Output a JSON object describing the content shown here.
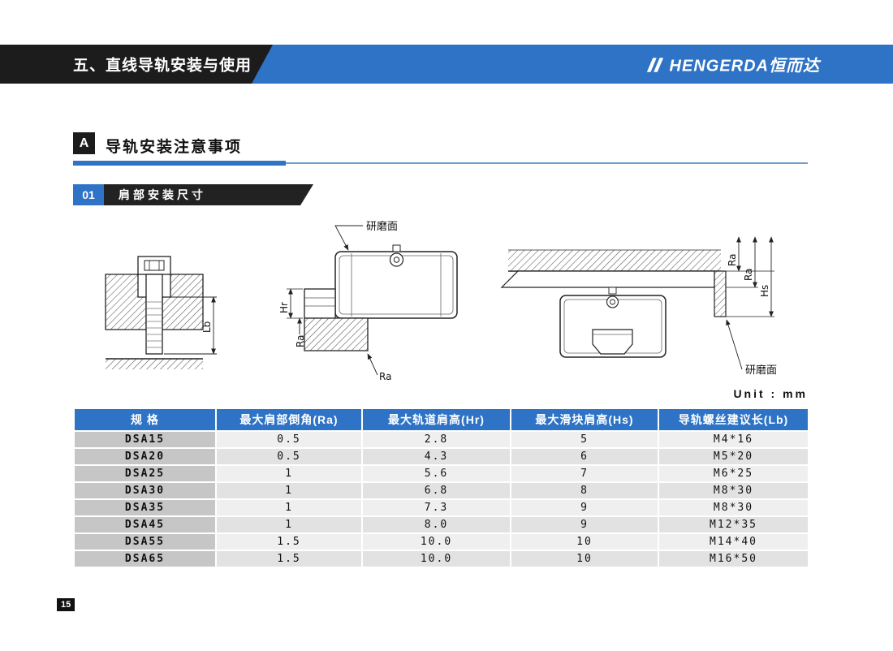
{
  "header": {
    "title": "五、直线导轨安装与使用",
    "brand": "HENGERDA恒而达",
    "accent_color": "#2e73c5"
  },
  "section": {
    "badge": "A",
    "title": "导轨安装注意事项"
  },
  "subsection": {
    "number": "01",
    "title": "肩部安装尺寸"
  },
  "figures": {
    "fig1": {
      "dim_lb": "Lb"
    },
    "fig2": {
      "grinding_label": "研磨面",
      "dim_hr": "Hr",
      "dim_ra_side": "Ra",
      "dim_ra_bottom": "Ra"
    },
    "fig3": {
      "dim_ra_1": "Ra",
      "dim_ra_2": "Ra",
      "dim_hs": "Hs",
      "grinding_label": "研磨面"
    }
  },
  "table": {
    "unit_note": "Unit : mm"
  },
  "chart_data": {
    "type": "table",
    "title": "肩部安装尺寸",
    "columns": [
      "规  格",
      "最大肩部倒角(Ra)",
      "最大轨道肩高(Hr)",
      "最大滑块肩高(Hs)",
      "导轨螺丝建议长(Lb)"
    ],
    "rows": [
      [
        "DSA15",
        "0.5",
        "2.8",
        "5",
        "M4*16"
      ],
      [
        "DSA20",
        "0.5",
        "4.3",
        "6",
        "M5*20"
      ],
      [
        "DSA25",
        "1",
        "5.6",
        "7",
        "M6*25"
      ],
      [
        "DSA30",
        "1",
        "6.8",
        "8",
        "M8*30"
      ],
      [
        "DSA35",
        "1",
        "7.3",
        "9",
        "M8*30"
      ],
      [
        "DSA45",
        "1",
        "8.0",
        "9",
        "M12*35"
      ],
      [
        "DSA55",
        "1.5",
        "10.0",
        "10",
        "M14*40"
      ],
      [
        "DSA65",
        "1.5",
        "10.0",
        "10",
        "M16*50"
      ]
    ]
  },
  "footer": {
    "page_number": "15"
  }
}
